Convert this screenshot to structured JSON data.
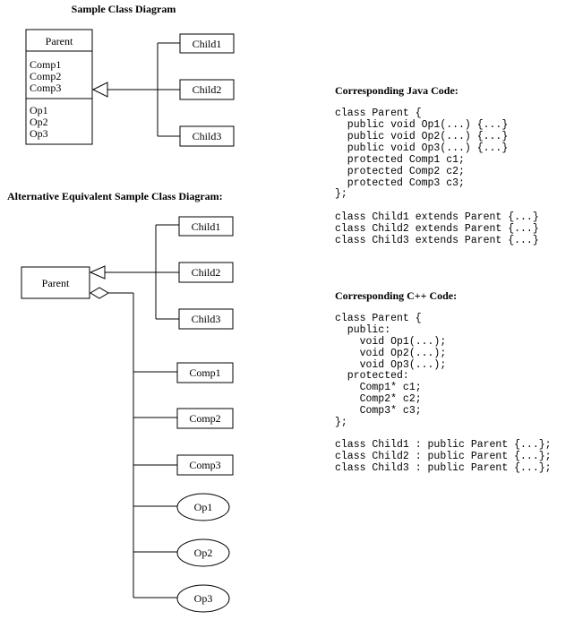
{
  "diagram1": {
    "title": "Sample Class Diagram",
    "parent": {
      "name": "Parent",
      "attributes": [
        "Comp1",
        "Comp2",
        "Comp3"
      ],
      "operations": [
        "Op1",
        "Op2",
        "Op3"
      ]
    },
    "children": [
      "Child1",
      "Child2",
      "Child3"
    ]
  },
  "diagram2": {
    "title": "Alternative Equivalent Sample Class Diagram:",
    "parent": "Parent",
    "children": [
      "Child1",
      "Child2",
      "Child3"
    ],
    "components": [
      "Comp1",
      "Comp2",
      "Comp3"
    ],
    "operations": [
      "Op1",
      "Op2",
      "Op3"
    ]
  },
  "java": {
    "title": "Corresponding Java Code:",
    "lines": [
      "class Parent {",
      "  public void Op1(...) {...}",
      "  public void Op2(...) {...}",
      "  public void Op3(...) {...}",
      "  protected Comp1 c1;",
      "  protected Comp2 c2;",
      "  protected Comp3 c3;",
      "};",
      "",
      "class Child1 extends Parent {...}",
      "class Child2 extends Parent {...}",
      "class Child3 extends Parent {...}"
    ]
  },
  "cpp": {
    "title": "Corresponding C++ Code:",
    "lines": [
      "class Parent {",
      "  public:",
      "    void Op1(...);",
      "    void Op2(...);",
      "    void Op3(...);",
      "  protected:",
      "    Comp1* c1;",
      "    Comp2* c2;",
      "    Comp3* c3;",
      "};",
      "",
      "class Child1 : public Parent {...};",
      "class Child2 : public Parent {...};",
      "class Child3 : public Parent {...};"
    ]
  }
}
